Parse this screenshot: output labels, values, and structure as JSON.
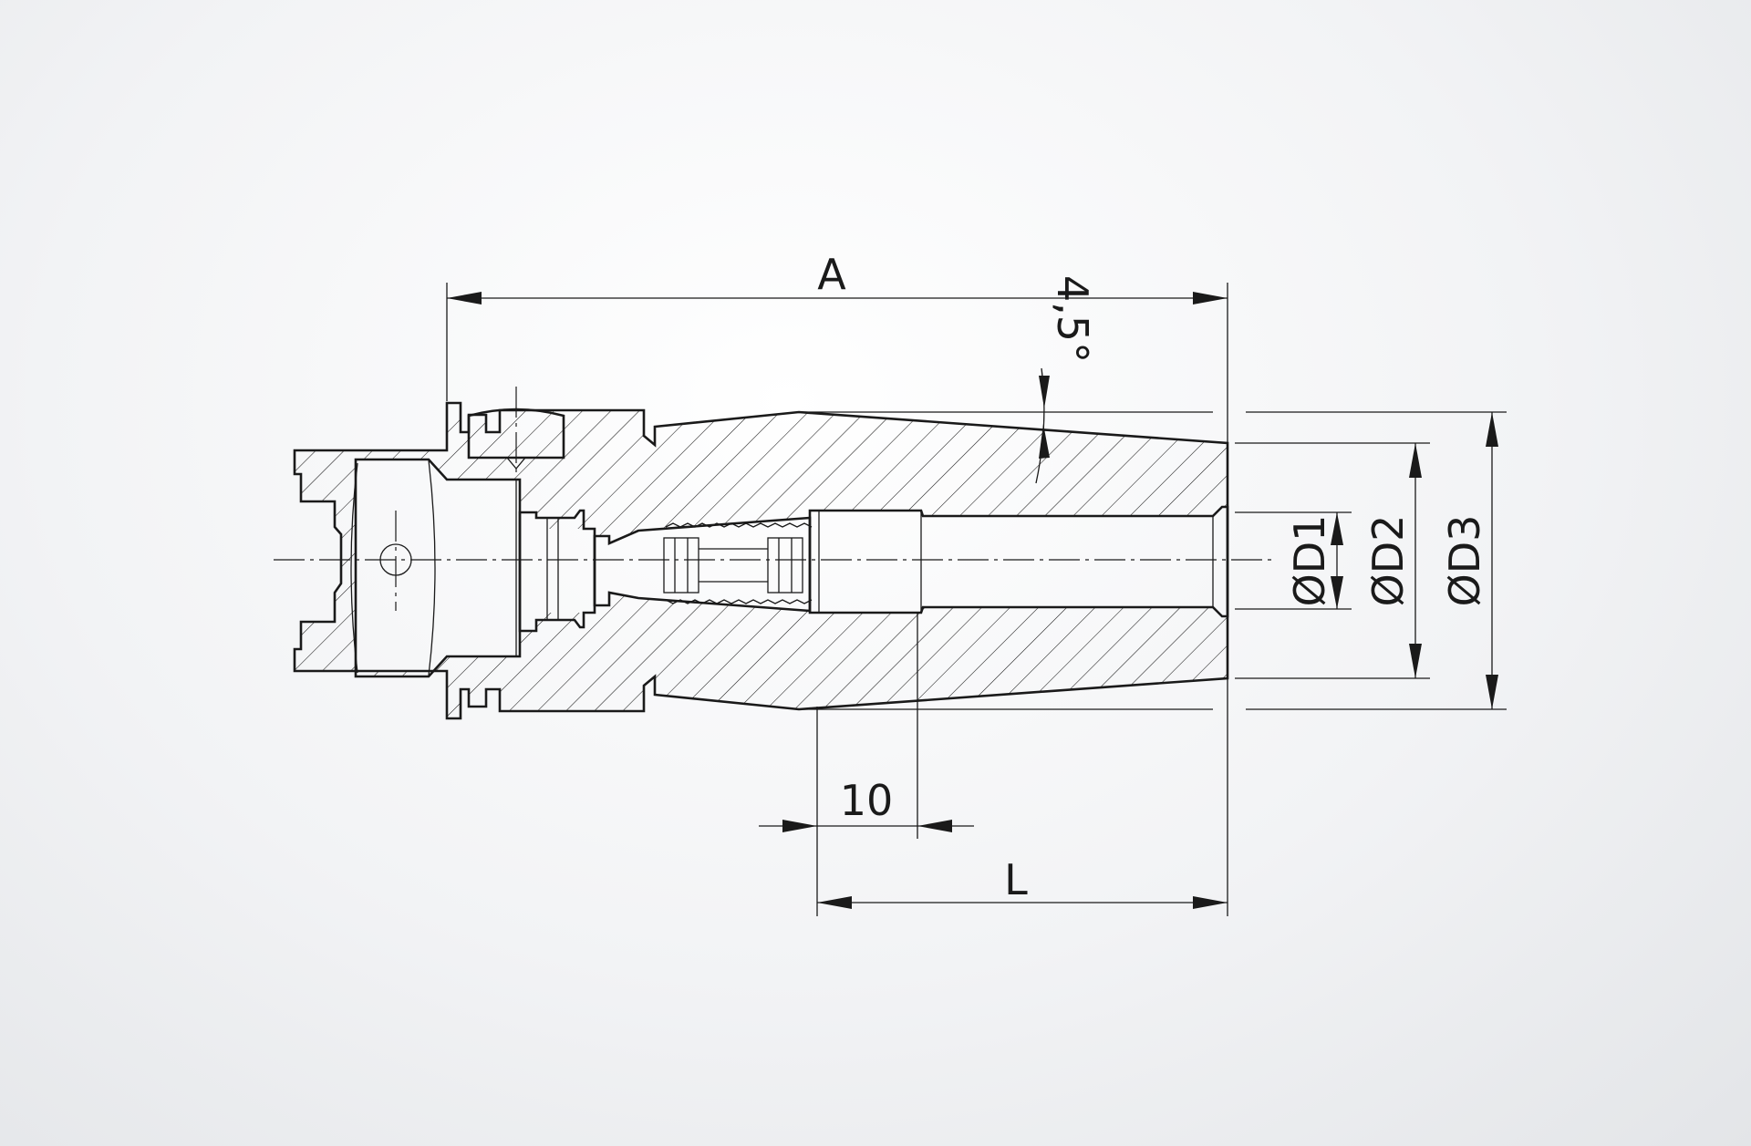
{
  "dimensions": {
    "a_label": "A",
    "l_label": "L",
    "ten_label": "10",
    "angle_label": "4,5°",
    "d1_label": "ØD1",
    "d2_label": "ØD2",
    "d3_label": "ØD3"
  },
  "colors": {
    "line": "#1a1a1a",
    "background": "#eef0f2"
  }
}
